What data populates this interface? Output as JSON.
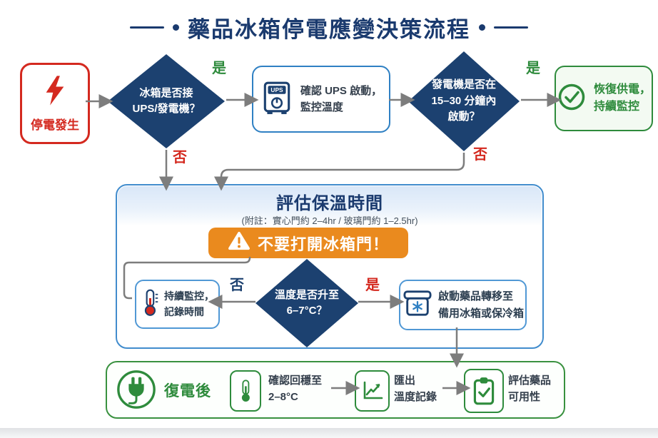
{
  "title": "藥品冰箱停電應變決策流程",
  "labels": {
    "yes": "是",
    "no": "否"
  },
  "top_flow": {
    "start": "停電發生",
    "decision_ups": {
      "line1": "冰箱是否接",
      "line2": "UPS/發電機？"
    },
    "ups_action": {
      "icon_label": "UPS",
      "line1": "確認 UPS 啟動，",
      "line2": "監控溫度"
    },
    "decision_generator": {
      "line1": "發電機是否在",
      "line2": "15–30 分鐘內",
      "line3": "啟動？"
    },
    "restore": {
      "line1": "恢復供電，",
      "line2": "持續監控"
    }
  },
  "assessment": {
    "title": "評估保溫時間",
    "note": "(附註：實心門約 2–4hr / 玻璃門約 1–2.5hr)",
    "warning": "不要打開冰箱門！",
    "monitor": {
      "line1": "持續監控，",
      "line2": "記錄時間"
    },
    "decision_temp": {
      "line1": "溫度是否升至",
      "line2": "6–7°C？"
    },
    "transfer": {
      "line1": "啟動藥品轉移至",
      "line2": "備用冰箱或保冷箱"
    }
  },
  "recovery": {
    "title": "復電後",
    "confirm_temp": {
      "line1": "確認回穩至",
      "line2": "2–8°C"
    },
    "export_log": {
      "line1": "匯出",
      "line2": "溫度記錄"
    },
    "evaluate": {
      "line1": "評估藥品",
      "line2": "可用性"
    }
  },
  "colors": {
    "navy": "#1c4170",
    "red": "#d4291f",
    "green": "#2e8b3c",
    "blue_border": "#2f80c3",
    "orange": "#ea8a1e",
    "arrow_gray": "#7d7d7d"
  }
}
